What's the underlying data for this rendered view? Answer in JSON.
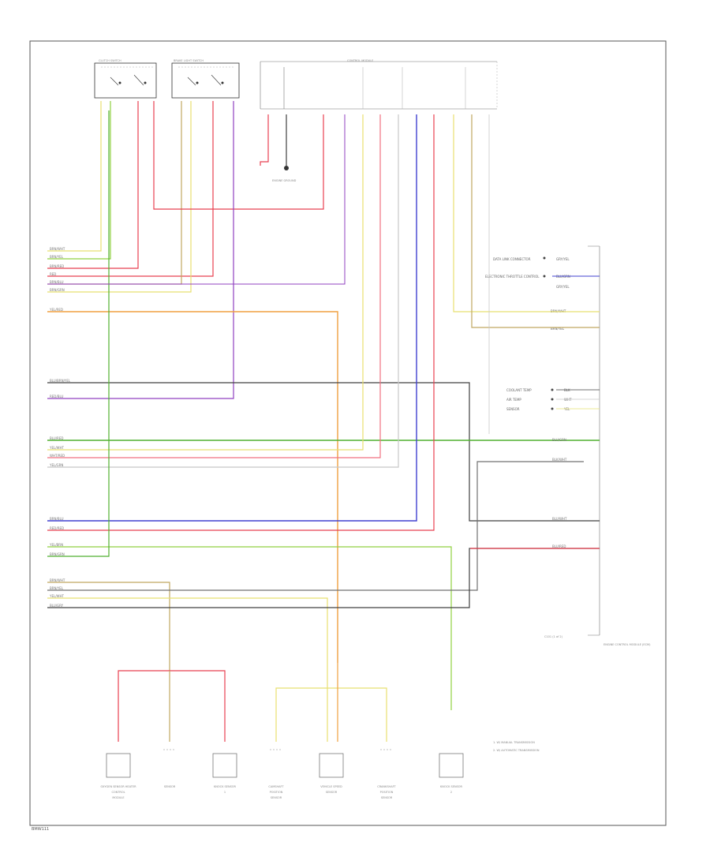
{
  "reference": "BMW111",
  "colors": {
    "yellow": "#e8e070",
    "red": "#e84050",
    "pink": "#f07080",
    "purple": "#9040c0",
    "blue": "#4040d0",
    "green": "#50b030",
    "lime": "#90d040",
    "orange": "#f0a040",
    "tan": "#c0a860",
    "gray": "#707070",
    "darkgray": "#404040",
    "lightgray": "#c8c8c8"
  },
  "components": {
    "top_left_switch": "CLUTCH SWITCH",
    "top_mid_switch": "BRAKE LIGHT SWITCH",
    "top_right_module": "CONTROL MODULE",
    "ground_label": "ENGINE GROUND",
    "right_module": "ENGINE CONTROL MODULE (ECM)",
    "ecm_pin_label": "C101 (1 of 2)"
  },
  "right_inputs": [
    {
      "label": "DATA LINK CONNECTOR",
      "wire": "GRY/YEL"
    },
    {
      "label": "ELECTRONIC THROTTLE CONTROL",
      "wire": "BLU/GRN"
    },
    {
      "label": "",
      "wire": "GRY/YEL"
    },
    {
      "label": "",
      "wire": "BRN/WHT"
    },
    {
      "label": "",
      "wire": "BRN/YEL"
    }
  ],
  "right_inputs2": [
    {
      "label": "COOLANT TEMP",
      "wire": "BLK"
    },
    {
      "label": "AIR TEMP",
      "wire": "WHT"
    },
    {
      "label": "SENSOR",
      "wire": "YEL"
    }
  ],
  "left_wires": [
    "BRN/WHT",
    "BRN/YEL",
    "BRN/RED",
    "RED",
    "BRN/BLU",
    "BRN/GRN",
    "YEL/RED",
    "BLU/BRN/YEL",
    "RED/BLU",
    "BLU/RED",
    "YEL/WHT",
    "WHT/RED",
    "YEL/GRN",
    "BRN/BLU",
    "RED/RED",
    "YEL/BRN",
    "BRN/GRN",
    "BRN/WHT",
    "BRN/YEL",
    "YEL/WHT",
    "BLU/GRY"
  ],
  "right_wires": [
    "BLU/GRN",
    "BLK/WHT",
    "BLU/WHT",
    "BLU/RED"
  ],
  "bottom_components": [
    {
      "name": "OXYGEN SENSOR HEATER",
      "line2": "CONTROL",
      "line3": "MODULE"
    },
    {
      "name": "SENSOR",
      "line2": "",
      "line3": ""
    },
    {
      "name": "KNOCK SENSOR",
      "line2": "1",
      "line3": ""
    },
    {
      "name": "CAMSHAFT",
      "line2": "POSITION",
      "line3": "SENSOR"
    },
    {
      "name": "VEHICLE SPEED",
      "line2": "SENSOR",
      "line3": ""
    },
    {
      "name": "CRANKSHAFT",
      "line2": "POSITION",
      "line3": "SENSOR"
    },
    {
      "name": "KNOCK SENSOR",
      "line2": "2",
      "line3": ""
    }
  ],
  "legend": [
    "1. W/ MANUAL TRANSMISSION",
    "2. W/ AUTOMATIC TRANSMISSION"
  ]
}
